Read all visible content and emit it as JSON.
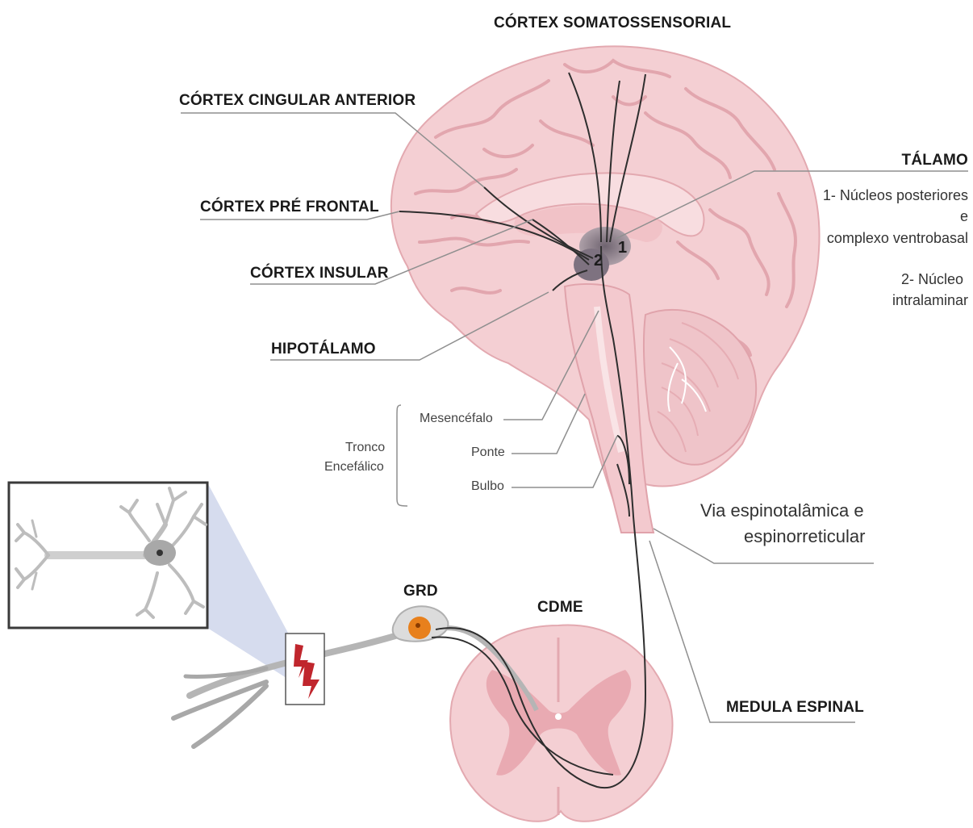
{
  "labels": {
    "cortex_somatossensorial": "CÓRTEX SOMATOSSENSORIAL",
    "cortex_cingular_anterior": "CÓRTEX CINGULAR ANTERIOR",
    "cortex_pre_frontal": "CÓRTEX PRÉ FRONTAL",
    "cortex_insular": "CÓRTEX INSULAR",
    "hipotalamo": "HIPOTÁLAMO",
    "talamo": "TÁLAMO",
    "talamo_nucleo1_line1": "1- Núcleos posteriores",
    "talamo_nucleo1_line2": "e",
    "talamo_nucleo1_line3": "complexo ventrobasal",
    "talamo_nucleo2_line1": "2- Núcleo",
    "talamo_nucleo2_line2": "intralaminar",
    "tronco_line1": "Tronco",
    "tronco_line2": "Encefálico",
    "mesencefalo": "Mesencéfalo",
    "ponte": "Ponte",
    "bulbo": "Bulbo",
    "via_line1": "Via espinotalâmica e",
    "via_line2": "espinorreticular",
    "grd": "GRD",
    "cdme": "CDME",
    "medula_espinal": "MEDULA ESPINAL",
    "marker_1": "1",
    "marker_2": "2"
  },
  "colors": {
    "brain_fill": "#f4cfd3",
    "brain_gyri": "#e9b2b8",
    "brain_outline": "#e3a9b0",
    "thalamus": "#8a7c86",
    "cerebellum": "#efc4c9",
    "ganglion": "#e8801c",
    "pain_symbol": "#c0262d",
    "neuron_grey": "#a8a8a8",
    "inset_border": "#3a3a3a",
    "inset_cone": "#c8d0e8",
    "pathway": "#2e2e2e"
  },
  "icons": [
    "pain-lightning-icon",
    "neuron-icon",
    "ganglion-cell-icon"
  ]
}
